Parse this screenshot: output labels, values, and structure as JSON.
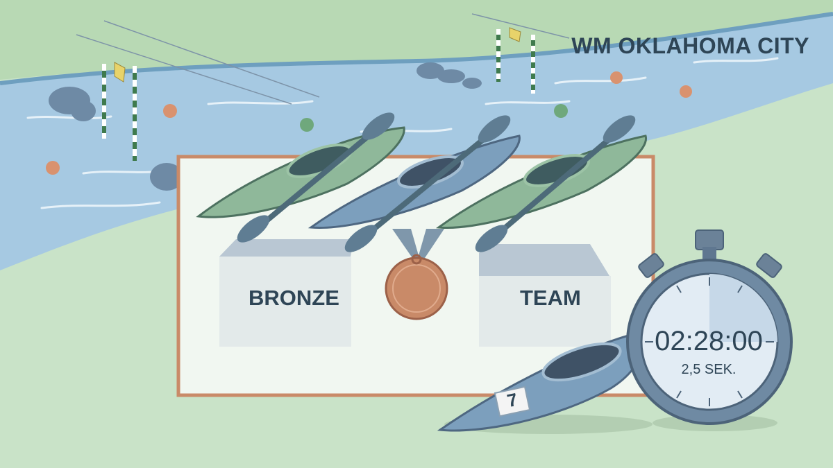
{
  "scene": {
    "headline": "WM OKLAHOMA CITY",
    "podium_left_label": "BRONZE",
    "podium_right_label": "TEAM",
    "bib_number": "7",
    "stopwatch": {
      "time": "02:28:00",
      "sub_label": "2,5 SEK."
    }
  },
  "colors": {
    "grass": "#c9e3c8",
    "river": "#a6c9e2",
    "kayak_green": "#8fb89a",
    "kayak_blue": "#7c9fbd",
    "medal": "#c98a68",
    "frame": "#c98a68",
    "text": "#2e4556"
  }
}
